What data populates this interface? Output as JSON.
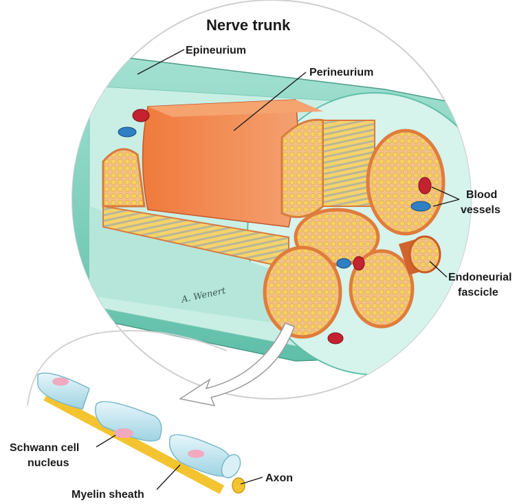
{
  "diagram": {
    "title": "Nerve trunk",
    "labels": {
      "epineurium": "Epineurium",
      "perineurium": "Perineurium",
      "blood_vessels_line1": "Blood",
      "blood_vessels_line2": "vessels",
      "endoneurial_line1": "Endoneurial",
      "endoneurial_line2": "fascicle",
      "schwann_line1": "Schwann cell",
      "schwann_line2": "nucleus",
      "myelin_sheath": "Myelin sheath",
      "axon": "Axon"
    },
    "artist_signature": "A. Wenert"
  },
  "colors": {
    "epineurium": "#7fd1be",
    "epineurium_light": "#c9efe5",
    "perineurium": "#f08a4e",
    "fascicle_fill": "#f3c089",
    "axon_dot": "#f5d35e",
    "blood_red": "#c4222f",
    "blood_blue": "#2f7fc4",
    "myelin": "#bfe4ee",
    "schwann_nucleus": "#f0a9bf",
    "axon_core": "#f4c430"
  }
}
